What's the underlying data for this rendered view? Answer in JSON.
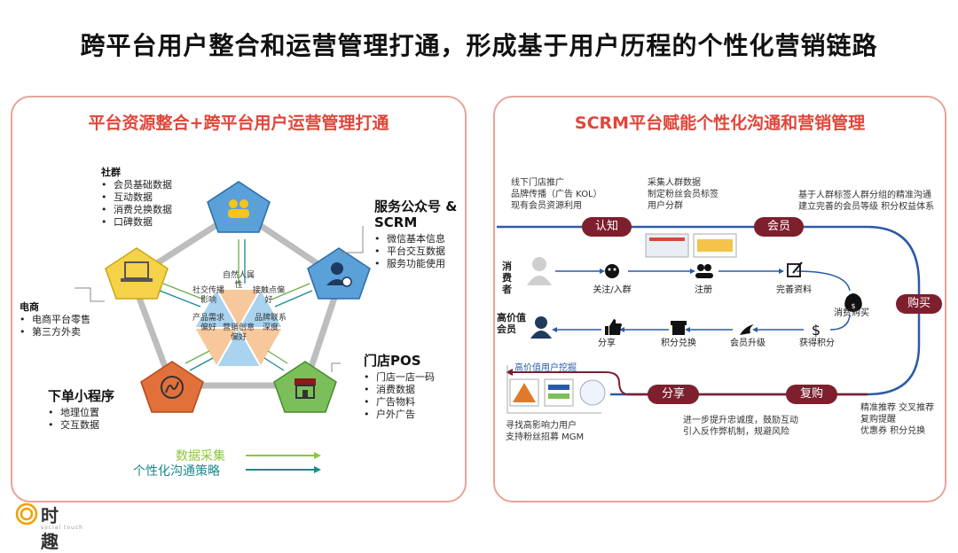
{
  "title": "跨平台用户整合和运营管理打通，形成基于用户历程的个性化营销链路",
  "left": {
    "title": "平台资源整合+跨平台用户运营管理打通",
    "groups": {
      "shequn": {
        "title": "社群",
        "items": [
          "会员基础数据",
          "互动数据",
          "消费兑换数据",
          "口碑数据"
        ]
      },
      "fuwu": {
        "title": "服务公众号 & SCRM",
        "items": [
          "微信基本信息",
          "平台交互数据",
          "服务功能使用"
        ]
      },
      "dianshang": {
        "title": "电商",
        "items": [
          "电商平台零售",
          "第三方外卖"
        ]
      },
      "xiaochengxu": {
        "title": "下单小程序",
        "items": [
          "地理位置",
          "交互数据"
        ]
      },
      "mendian": {
        "title": "门店POS",
        "items": [
          "门店一店一码",
          "消费数据",
          "广告物料",
          "户外广告"
        ]
      }
    },
    "hex": [
      "自然人属性",
      "接触点偏好",
      "品牌联系深度",
      "营销创意偏好",
      "产品需求偏好",
      "社交传播影响"
    ],
    "legend": {
      "collect": "数据采集",
      "strategy": "个性化沟通策略"
    },
    "colors": {
      "collect": "#8cc63f",
      "strategy": "#1a8a8c"
    }
  },
  "right": {
    "title": "SCRM平台赋能个性化沟通和营销管理",
    "top_notes": {
      "a": [
        "线下门店推广",
        "品牌传播（广告 KOL）",
        "现有会员资源利用"
      ],
      "b": [
        "采集人群数据",
        "制定粉丝会员标签",
        "用户分群"
      ],
      "c": [
        "基于人群标签人群分组的精准沟通",
        "建立完善的会员等级 积分权益体系"
      ]
    },
    "pills": {
      "renzhi": "认知",
      "huiyuan": "会员",
      "goumai": "购买",
      "fugou": "复购",
      "fenxiang": "分享"
    },
    "consumer": "消费者",
    "high_value": "高价值会员",
    "steps": {
      "guanzhu": "关注/入群",
      "zhuce": "注册",
      "wanshan": "完善资料",
      "xiaofei": "消费购买",
      "huode": "获得积分",
      "shengji": "会员升级",
      "duihuan": "积分兑换",
      "fenxiang": "分享"
    },
    "mining": "高价值用户挖掘",
    "bottom_notes": {
      "a": [
        "寻找高影响力用户",
        "支持粉丝招募 MGM"
      ],
      "b": [
        "进一步提升忠诚度，鼓励互动",
        "引入反作弊机制，规避风险"
      ],
      "c": [
        "精准推荐 交叉推荐",
        "复购提醒",
        "优惠券 积分兑换"
      ]
    },
    "colors": {
      "flow": "#2b5aa8",
      "pill": "#7e1f2e"
    }
  },
  "logo": {
    "name": "时趣",
    "sub": "social touch"
  }
}
